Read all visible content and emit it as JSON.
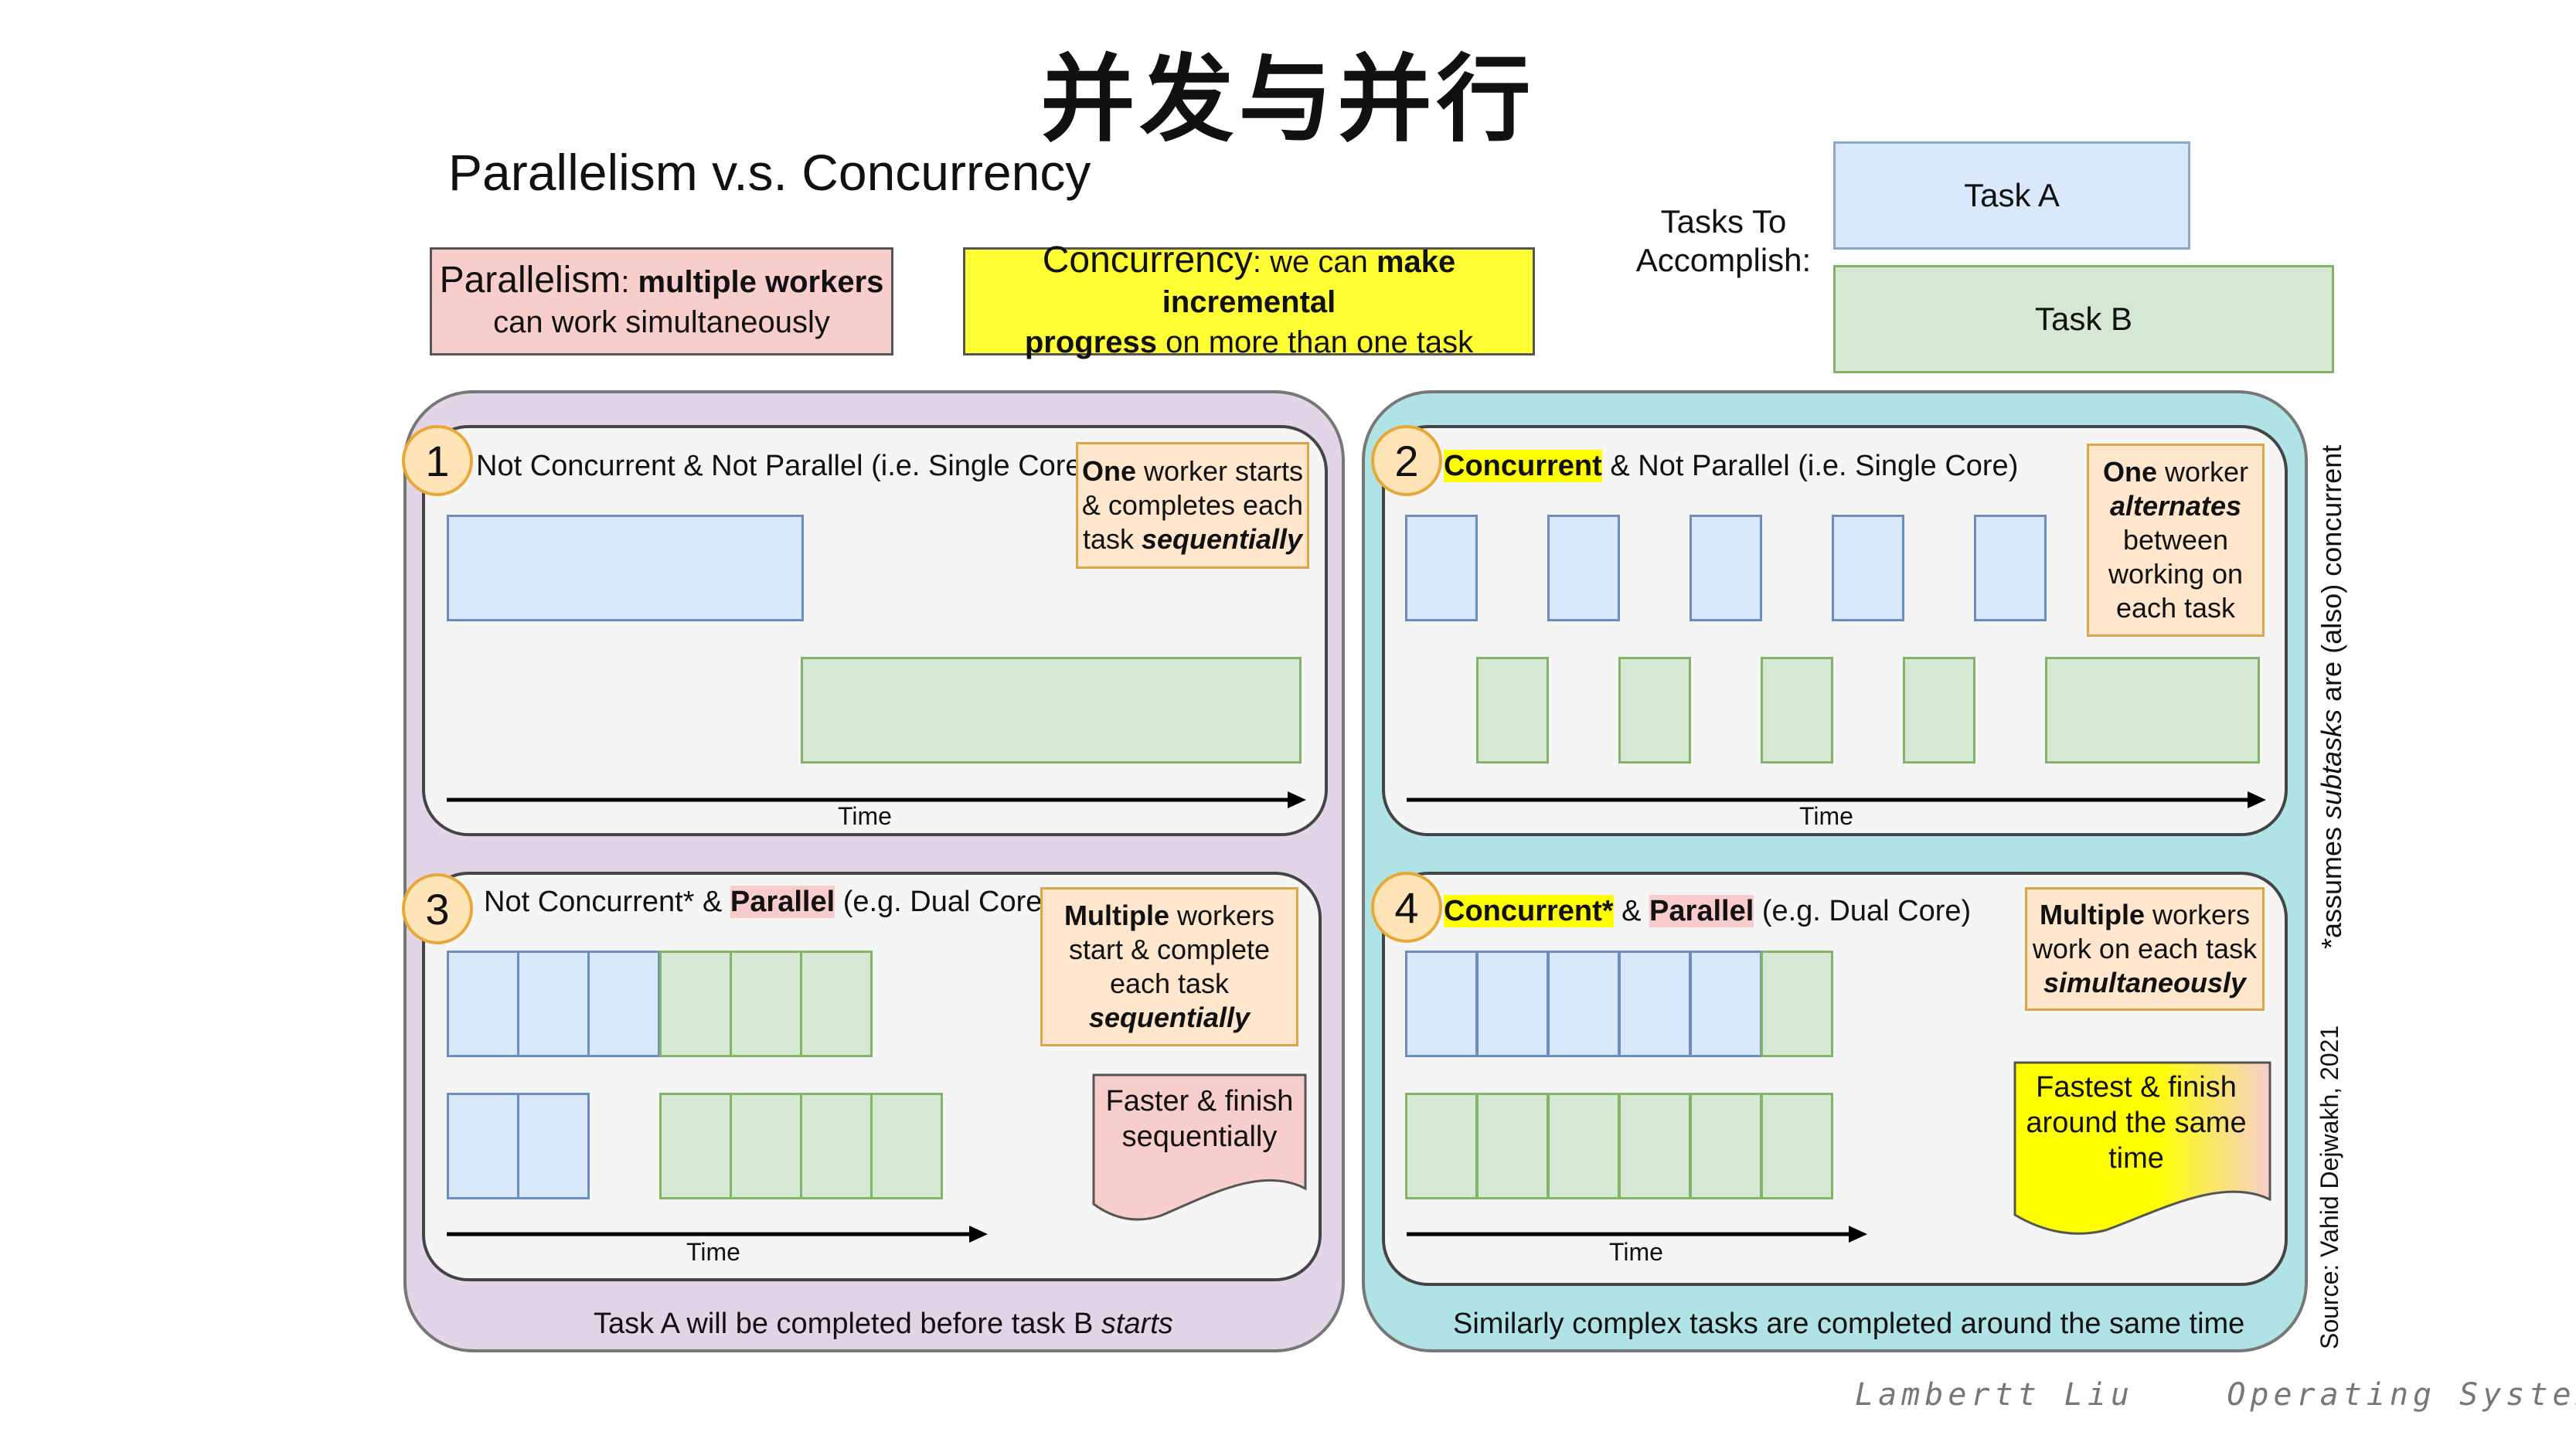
{
  "slide_title": "并发与并行",
  "diagram_title": "Parallelism v.s. Concurrency",
  "parallelism_def": {
    "term": "Parallelism",
    "rest_a": ": ",
    "bold1": "multiple workers",
    "line2": "can work simultaneously"
  },
  "concurrency_def": {
    "term": "Concurrency",
    "rest_a": ": we can ",
    "bold1": "make incremental",
    "bold2": "progress",
    "line2_rest": " on more than one task"
  },
  "tasks_label": {
    "line1": "Tasks To",
    "line2": "Accomplish:"
  },
  "task_a": "Task A",
  "task_b": "Task B",
  "panels": [
    {
      "num": "1",
      "title_a": "Not Concurrent & Not Parallel (i.e. Single Core)",
      "note": {
        "b1": "One",
        "t1": " worker starts",
        "t2": "& completes each",
        "t3": "task ",
        "i1": "sequentially"
      },
      "time": "Time"
    },
    {
      "num": "2",
      "hl1": "Concurrent",
      "title_b": " & Not Parallel (i.e. Single Core)",
      "note": {
        "b1": "One",
        "t1": " worker",
        "i1": "alternates",
        "t2": "between",
        "t3": "working on",
        "t4": "each task"
      },
      "time": "Time"
    },
    {
      "num": "3",
      "title_a": "Not Concurrent* & ",
      "hl1": "Parallel",
      "title_b": " (e.g. Dual Core)",
      "note": {
        "b1": "Multiple",
        "t1": " workers",
        "t2": "start & complete",
        "t3": "each task",
        "i1": "sequentially"
      },
      "callout": {
        "l1": "Faster & finish",
        "l2": "sequentially"
      },
      "time": "Time"
    },
    {
      "num": "4",
      "hl1": "Concurrent*",
      "title_a": " & ",
      "hl2": "Parallel",
      "title_b": " (e.g. Dual Core)",
      "note": {
        "b1": "Multiple",
        "t1": " workers",
        "t2": "work on each task",
        "i1": "simultaneously"
      },
      "callout": {
        "l1": "Fastest & finish",
        "l2": "around the same",
        "l3": "time"
      },
      "time": "Time"
    }
  ],
  "footer_left_a": "Task A will be completed before task B ",
  "footer_left_i": "starts",
  "footer_right": "Similarly complex tasks are completed around the same time",
  "side_note": {
    "a": "*assumes ",
    "i": "subtasks",
    "b": " are (also) concurrent"
  },
  "source": "Source: Vahid Dejwakh, 2021",
  "credit": "Lambertt Liu    Operating System",
  "colors": {
    "task_a": "#dae8fc",
    "task_b": "#d5e8d4",
    "left_region": "#e1d5e7",
    "right_region": "#b0e3e6",
    "parallel_def": "#f8cecc",
    "concurrent_def": "#ffff33",
    "note": "#ffe6cc"
  }
}
